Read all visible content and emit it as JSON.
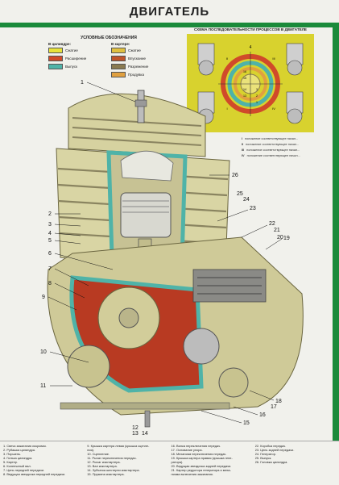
{
  "title": "ДВИГАТЕЛЬ",
  "legend": {
    "title": "УСЛОВНЫЕ ОБОЗНАЧЕНИЯ",
    "col_left_header": "В цилиндре:",
    "col_right_header": "В картере:",
    "left_items": [
      {
        "label": "Сжатие",
        "color": "#e8e23a"
      },
      {
        "label": "Расширение",
        "color": "#d04a2a"
      },
      {
        "label": "Выпуск",
        "color": "#4fb3a8"
      }
    ],
    "right_items": [
      {
        "label": "Сжатие",
        "color": "#e0c040"
      },
      {
        "label": "Впускание",
        "color": "#c0542a"
      },
      {
        "label": "Разрежение",
        "color": "#8a7a50"
      },
      {
        "label": "Продувка",
        "color": "#e0a040"
      }
    ]
  },
  "schema": {
    "title": "СХЕМА ПОСЛЕДОВАТЕЛЬНОСТИ ПРОЦЕССОВ В ДВИГАТЕЛЕ",
    "numbers": [
      "4",
      "II",
      "III",
      "IV",
      "I",
      "16",
      "15",
      "14",
      "13",
      "3",
      "2",
      "1"
    ],
    "notes": [
      {
        "num": "I",
        "text": "положение соответствующее начал..."
      },
      {
        "num": "II",
        "text": "положение соответствующее начал..."
      },
      {
        "num": "III",
        "text": "положение соответствующее начал..."
      },
      {
        "num": "IV",
        "text": "положение соответствующее начал..."
      }
    ]
  },
  "callouts": {
    "left": [
      "1",
      "2",
      "3",
      "4",
      "5",
      "6",
      "7",
      "8",
      "9",
      "10",
      "11"
    ],
    "right": [
      "26",
      "25",
      "24",
      "23",
      "22",
      "21",
      "20",
      "19",
      "18",
      "17",
      "16",
      "15",
      "14",
      "13",
      "12"
    ]
  },
  "bottom_columns": [
    [
      "1. Свеча зажигания искровая.",
      "2. Рубашка цилиндра.",
      "3. Поршень.",
      "4. Гильза цилиндра.",
      "5. Картер.",
      "6. Коленчатый вал.",
      "7. Цепь передней передачи.",
      "8. Ведущая звездочка передней передачи."
    ],
    [
      "9. Крышка картера левая (крышка сцепле-",
      "ния).",
      "10. Сцепление.",
      "11. Рычаг переключения передач.",
      "12. Рычаг кикстартера.",
      "13. Вал кикстартера.",
      "14. Зубчатка шестерни кикстартера.",
      "15. Пружина кикстартера."
    ],
    [
      "16. Вилка переключения передач.",
      "17. Основание упора.",
      "18. Механизм переключения передач.",
      "19. Крышка картера правая (крышка гене-",
      "ратора).",
      "20. Ведущая звездочка задней передачи.",
      "21. Картер редуктора генератора и меха-",
      "низма включения зажигания."
    ],
    [
      "22. Коробка передач.",
      "23. Цепь задней передачи.",
      "24. Генератор.",
      "25. Выпуск.",
      "26. Головка цилиндра."
    ]
  ]
}
